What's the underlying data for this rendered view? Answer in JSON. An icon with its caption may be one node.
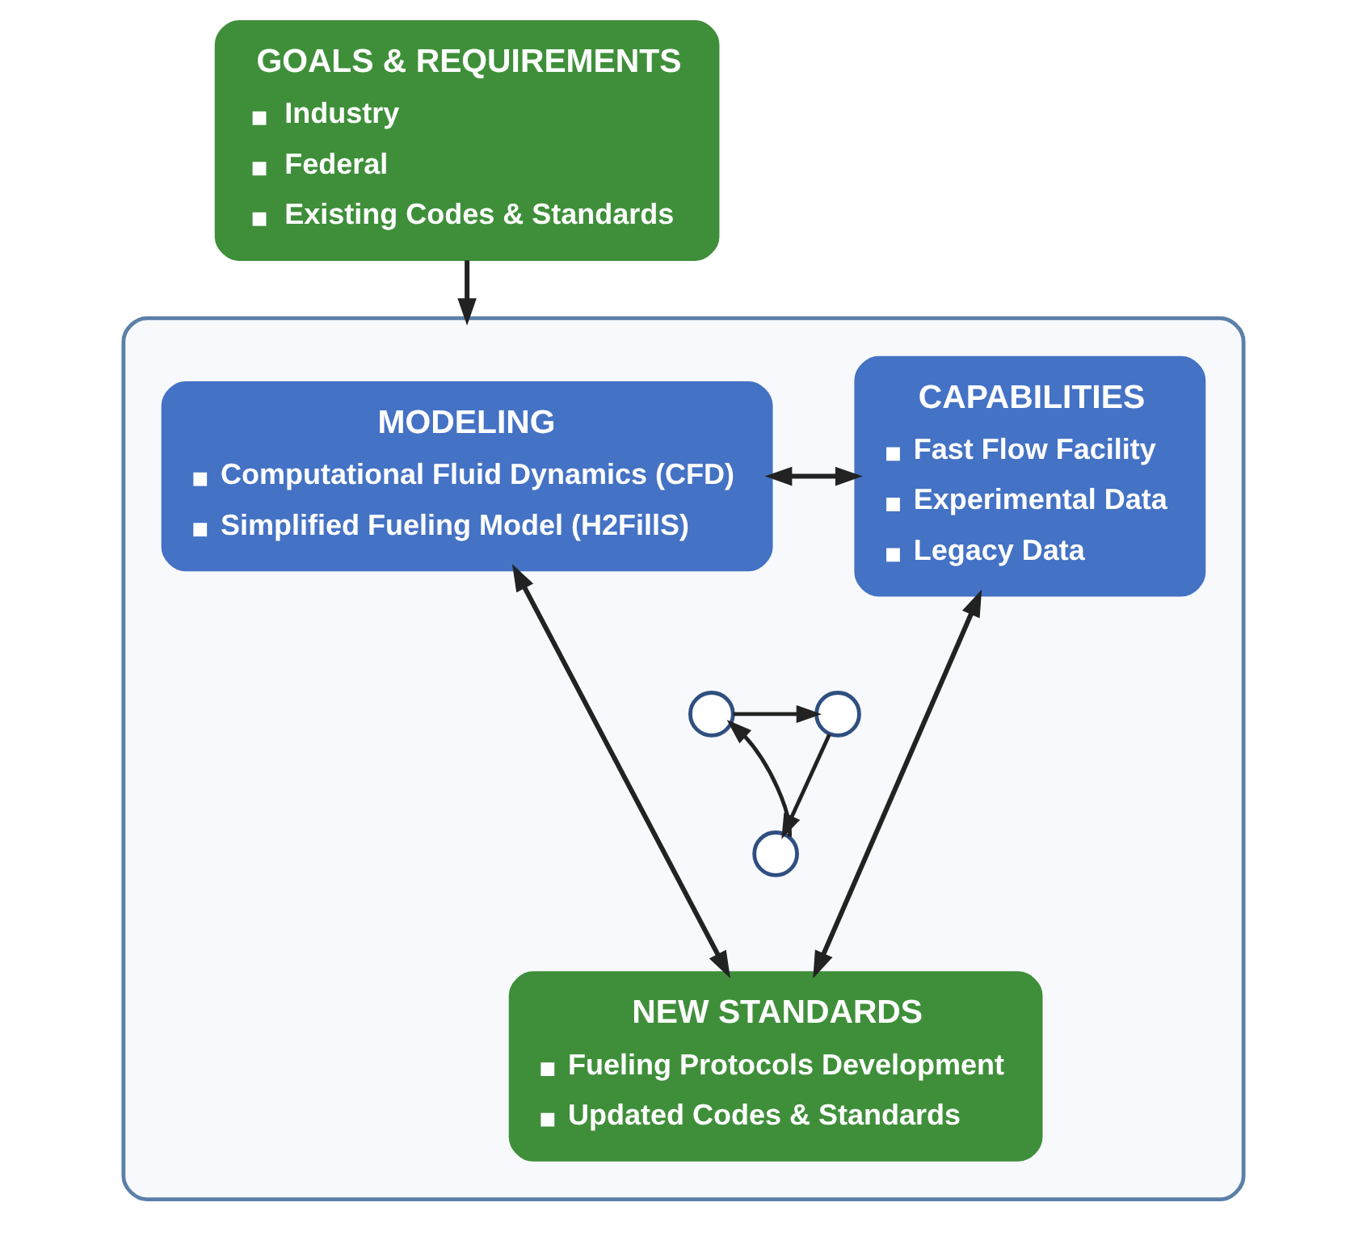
{
  "diagram": {
    "nodes": [
      {
        "text": [
          "GOALS & REQUIREMENTS",
          "Industry",
          "Federal",
          "Existing Codes & Standards"
        ]
      },
      {
        "text": [],
        "shape": "box"
      },
      {
        "text": [
          "MODELING",
          "Computational Fluid Dynamics (CFD)",
          "Simplified Fueling Model (H2FillS)"
        ],
        "in": 1
      },
      {
        "text": [
          "CAPABILITIES",
          "Fast Flow Facility",
          "Experimental Data",
          "Legacy Data"
        ],
        "in": 1
      },
      {
        "text": [],
        "shape": "circle",
        "in": 1
      },
      {
        "text": [],
        "shape": "circle",
        "in": 1
      },
      {
        "text": [],
        "shape": "circle",
        "in": 1
      },
      {
        "text": [
          "NEW STANDARDS",
          "Fueling Protocols Development",
          "Updated Codes & Standards"
        ],
        "in": 1
      }
    ],
    "edges": [
      {
        "from": 0,
        "to": 1,
        "arrow": "to"
      },
      {
        "from": 2,
        "to": 3,
        "arrow": "both"
      },
      {
        "from": 4,
        "to": 5,
        "arrow": "to"
      },
      {
        "from": 5,
        "to": 6,
        "arrow": "to"
      },
      {
        "from": 6,
        "to": 4,
        "arrow": "to"
      },
      {
        "from": 2,
        "to": 7,
        "arrow": "both"
      },
      {
        "from": 3,
        "to": 7,
        "arrow": "both"
      }
    ]
  }
}
